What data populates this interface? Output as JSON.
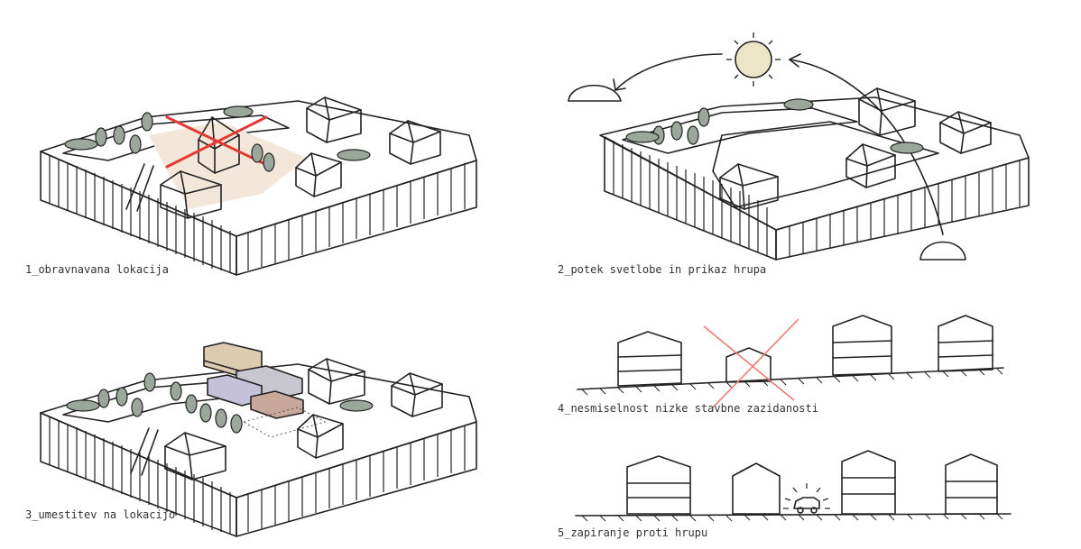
{
  "colors": {
    "ground": "#dde9dc",
    "fence": "#ffffff",
    "ink": "#222222",
    "plot": "#f3e7da",
    "timber": "#dccbb0",
    "concrete": "#c8c7cf",
    "violet": "#c4c1d8",
    "clay": "#c7a89a",
    "house_grey": "#d6dae3",
    "cross_red": "#e53935",
    "cross_pink": "#f07a72",
    "car_red": "#e07b84",
    "sun": "#ece6c9",
    "bush": "#9aa79a"
  },
  "panels": [
    {
      "id": "p1",
      "caption": "1_obravnavana lokacija"
    },
    {
      "id": "p2",
      "caption": "2_potek svetlobe in prikaz hrupa"
    },
    {
      "id": "p3",
      "caption": "3_umestitev na lokacijo"
    },
    {
      "id": "p4",
      "caption": "4_nesmiselnost nizke stavbne zazidanosti"
    },
    {
      "id": "p5",
      "caption": "5_zapiranje proti hrupu"
    }
  ]
}
